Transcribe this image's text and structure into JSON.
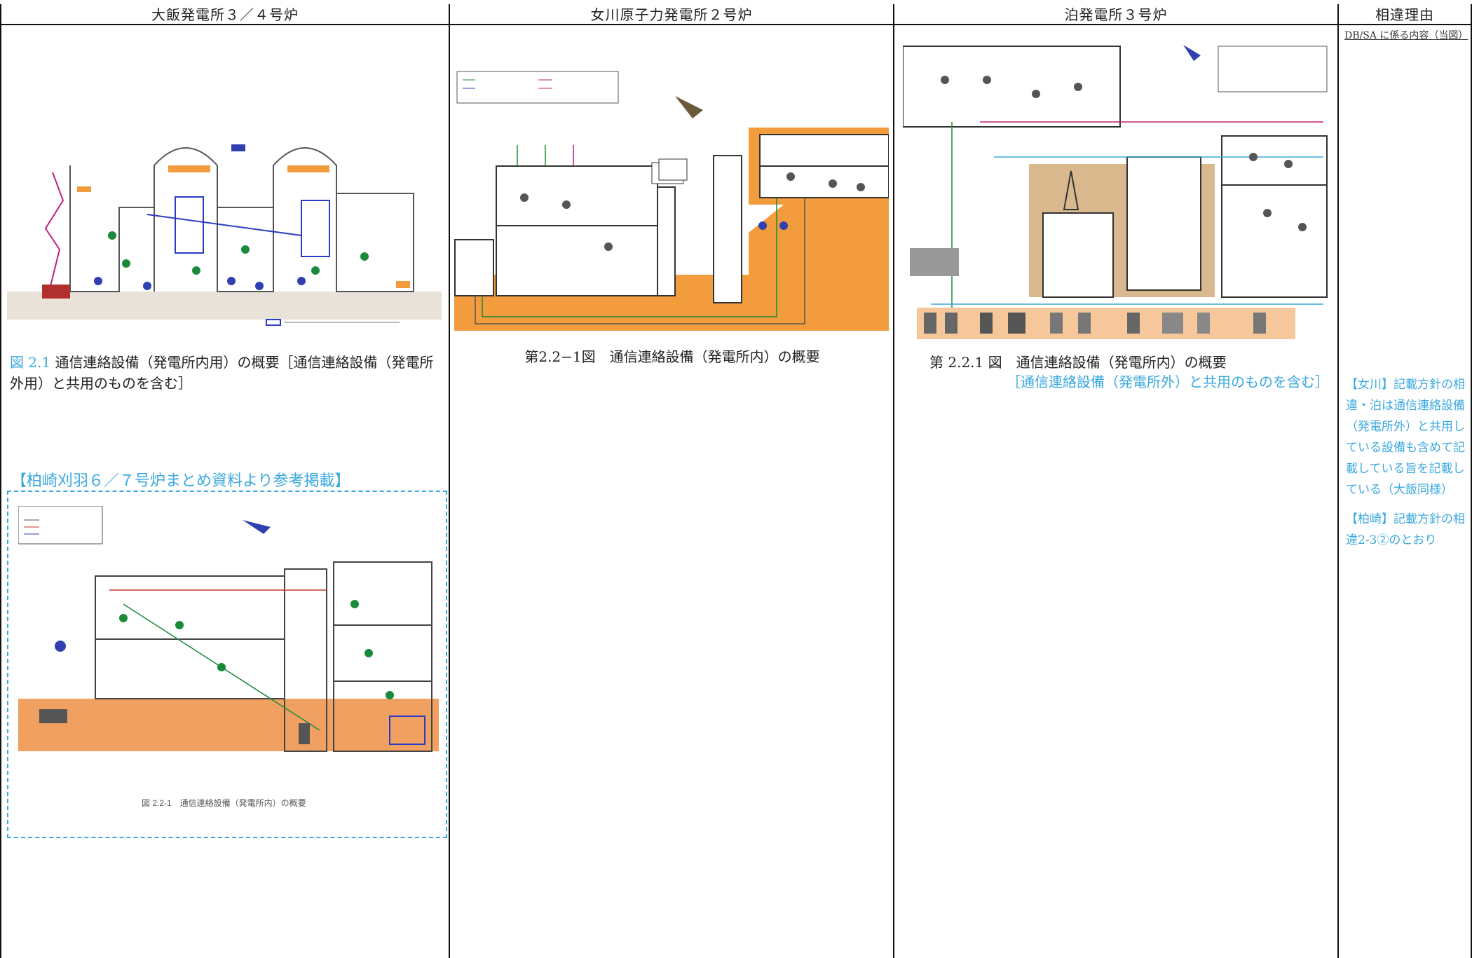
{
  "columns": [
    {
      "title": "大飯発電所３／４号炉"
    },
    {
      "title": "女川原子力発電所２号炉"
    },
    {
      "title": "泊発電所３号炉"
    },
    {
      "title": "相違理由"
    }
  ],
  "ohi": {
    "fig_number": "図 2.1",
    "caption": "通信連絡設備（発電所内用）の概要［通信連絡設備（発電所外用）と共用のものを含む］",
    "ref_heading": "【柏崎刈羽６／７号炉まとめ資料より参考掲載】",
    "ref_caption": "図 2.2-1　通信連絡設備（発電所内）の概要"
  },
  "onagawa": {
    "caption": "第2.2−1図　通信連絡設備（発電所内）の概要"
  },
  "tomari": {
    "caption": "第 2.2.1 図　通信連絡設備（発電所内）の概要",
    "caption_sub": "［通信連絡設備（発電所外）と共用のものを含む］"
  },
  "reason": {
    "heading": "DB/SA に係る内容（当図）",
    "note1": "【女川】記載方針の相違・泊は通信連絡設備（発電所外）と共用している設備も含めて記載している旨を記載している（大飯同様）",
    "note2": "【柏崎】記載方針の相違2-3②のとおり"
  }
}
